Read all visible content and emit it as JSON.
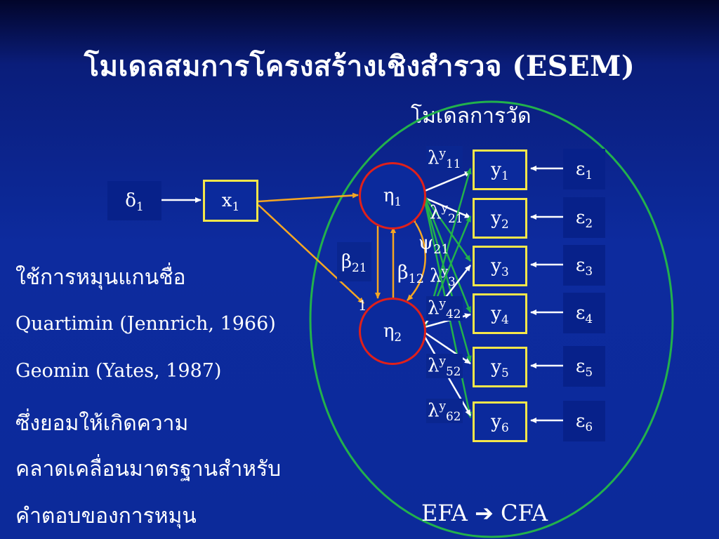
{
  "title": "โมเดลสมการโครงสร้างเชิงสำรวจ (ESEM)",
  "subtitle": "โมเดลการวัด",
  "left_text": [
    "ใช้การหมุนแกนชื่อ",
    "Quartimin (Jennrich, 1966)",
    "Geomin (Yates, 1987)",
    "ซึ่งยอมให้เกิดความ",
    "คลาดเคลื่อนมาตรฐานสำหรับ",
    "คำตอบของการหมุน"
  ],
  "nodes": {
    "delta": {
      "sym": "δ",
      "sub": "1"
    },
    "x": {
      "sym": "x",
      "sub": "1"
    },
    "eta1": {
      "sym": "η",
      "sub": "1"
    },
    "eta2": {
      "sym": "η",
      "sub": "2"
    },
    "y": [
      {
        "sym": "y",
        "sub": "1"
      },
      {
        "sym": "y",
        "sub": "2"
      },
      {
        "sym": "y",
        "sub": "3"
      },
      {
        "sym": "y",
        "sub": "4"
      },
      {
        "sym": "y",
        "sub": "5"
      },
      {
        "sym": "y",
        "sub": "6"
      }
    ],
    "eps": [
      {
        "sym": "ε",
        "sub": "1"
      },
      {
        "sym": "ε",
        "sub": "2"
      },
      {
        "sym": "ε",
        "sub": "3"
      },
      {
        "sym": "ε",
        "sub": "4"
      },
      {
        "sym": "ε",
        "sub": "5"
      },
      {
        "sym": "ε",
        "sub": "6"
      }
    ]
  },
  "params": {
    "beta21": {
      "sym": "β",
      "sub": "21"
    },
    "beta12": {
      "sym": "β",
      "sub": "12"
    },
    "psi21": {
      "sym": "ψ",
      "sub": "21"
    },
    "gamma_fragment": "1",
    "lambda11": {
      "sym": "λ",
      "sup": "y",
      "sub": "11"
    },
    "lambda21": {
      "sym": "λ",
      "sup": "y",
      "sub": "21"
    },
    "lambda31": {
      "sym": "λ",
      "sup": "y",
      "sub": "3"
    },
    "lambda42": {
      "sym": "λ",
      "sup": "y",
      "sub": "42"
    },
    "lambda52": {
      "sym": "λ",
      "sup": "y",
      "sub": "52"
    },
    "lambda62": {
      "sym": "λ",
      "sup": "y",
      "sub": "62"
    }
  },
  "efa_cfa": {
    "left": "EFA",
    "arrow": "➔",
    "right": "CFA"
  },
  "colors": {
    "accent_box": "#f5e64a",
    "latent": "#e0201a",
    "green": "#22b14c",
    "orange": "#f5a623"
  }
}
